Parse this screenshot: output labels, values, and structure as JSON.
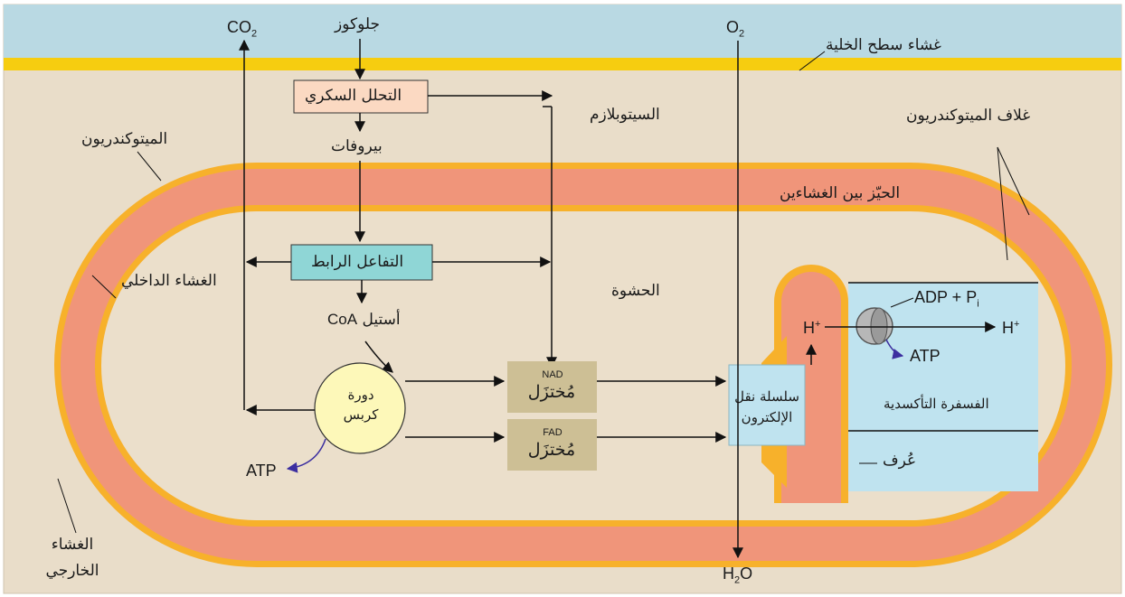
{
  "colors": {
    "background": "#e9ddc9",
    "extracellular": "#b9d9e3",
    "cell_membrane": "#f6cd10",
    "mito_outer_membrane": "#f7b12b",
    "intermembrane_space": "#f0957a",
    "matrix": "#ebdfcb",
    "cristae_fluid": "#bfe3ef",
    "glycolysis_box": "#fbd9c2",
    "link_reaction_box": "#8fd6d6",
    "krebs_circle": "#fdf8b9",
    "reduced_carrier_box": "#cdbf95",
    "atp_arrow": "#3c2fa0",
    "line": "#111111"
  },
  "labels": {
    "co2": "CO",
    "co2_sub": "2",
    "glucose": "جلوكوز",
    "o2": "O",
    "o2_sub": "2",
    "cell_membrane": "غشاء سطح الخلية",
    "glycolysis": "التحلل السكري",
    "cytoplasm": "السيتوبلازم",
    "mito_envelope": "غلاف الميتوكندريون",
    "mitochondrion": "الميتوكندريون",
    "pyruvate": "بيروفات",
    "intermembrane_space": "الحيّز بين الغشاءين",
    "link_reaction": "التفاعل الرابط",
    "inner_membrane": "الغشاء الداخلي",
    "matrix": "الحشوة",
    "acetyl": "أستيل",
    "coa": "CoA",
    "adp_pi": "ADP + P",
    "pi_sub": "i",
    "h_plus_left": "H",
    "h_plus_right": "H",
    "plus": "+",
    "atp_synthase": "ATP",
    "krebs_line1": "دورة",
    "krebs_line2": "كربس",
    "nad": "NAD",
    "nad_reduced": "مُختزَل",
    "fad": "FAD",
    "fad_reduced": "مُختزَل",
    "etc_line1": "سلسلة نقل",
    "etc_line2": "الإلكترون",
    "oxidative_phosphorylation": "الفسفرة التأكسدية",
    "cristae": "عُرف",
    "atp_krebs": "ATP",
    "outer_membrane_line1": "الغشاء",
    "outer_membrane_line2": "الخارجي",
    "h2o": "H",
    "h2o_sub": "2",
    "h2o_o": "O"
  }
}
